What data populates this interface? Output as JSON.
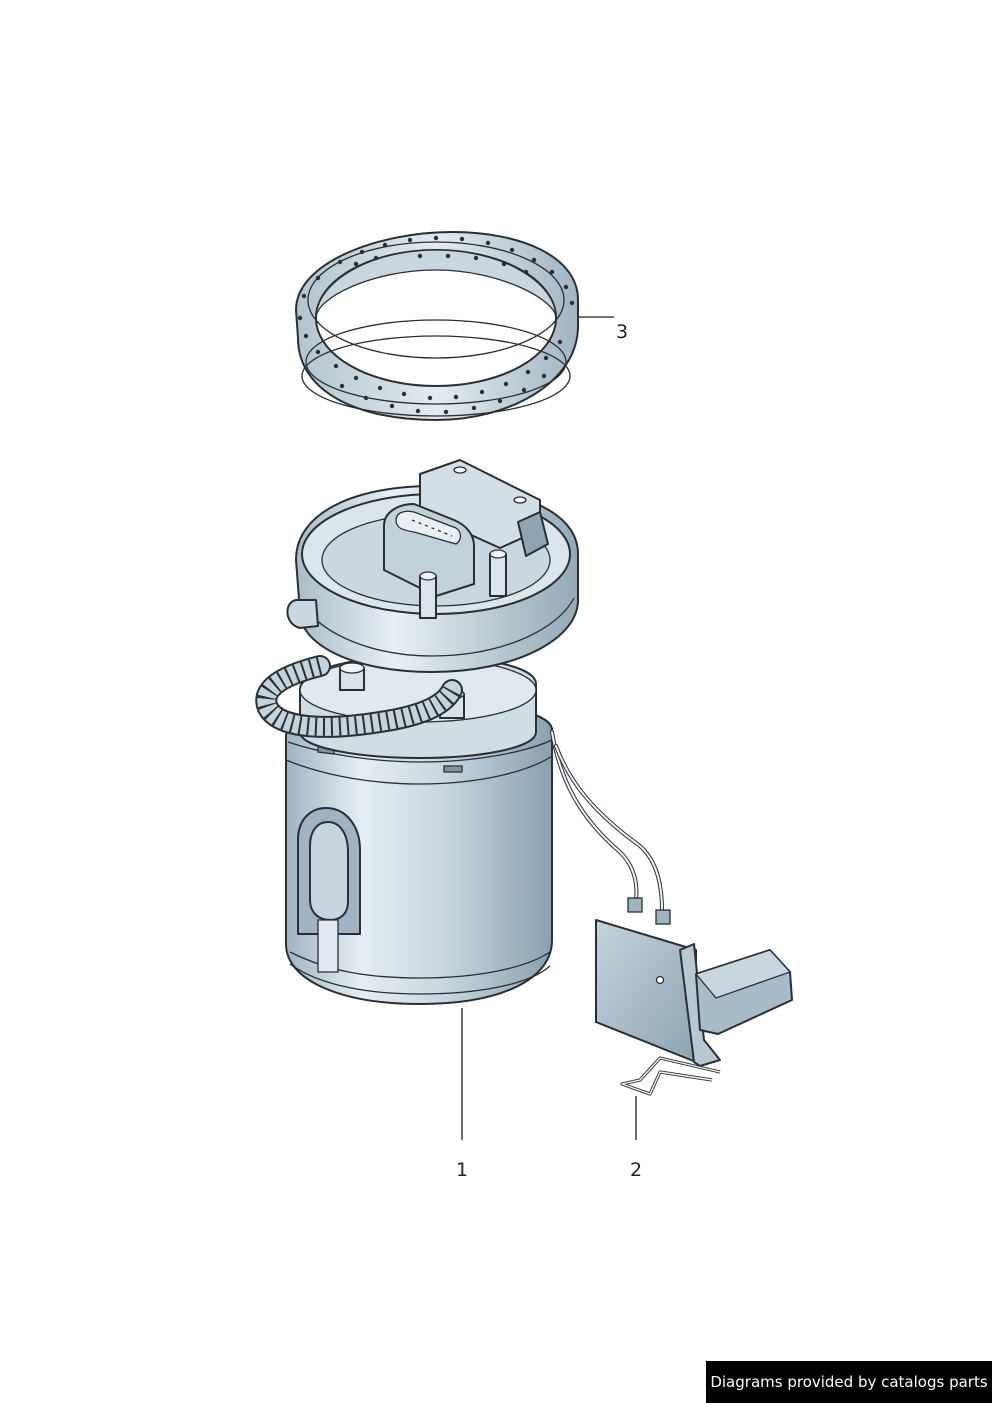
{
  "callouts": {
    "part_1": "1",
    "part_2": "2",
    "part_3": "3"
  },
  "footer": {
    "credit": "Diagrams provided by catalogs parts"
  },
  "colors": {
    "part_light": "#dde8ee",
    "part_mid": "#b4c6d1",
    "part_dark": "#8fa5b3",
    "outline": "#2b2f33",
    "banner_bg": "#000000",
    "banner_text": "#ffffff"
  }
}
